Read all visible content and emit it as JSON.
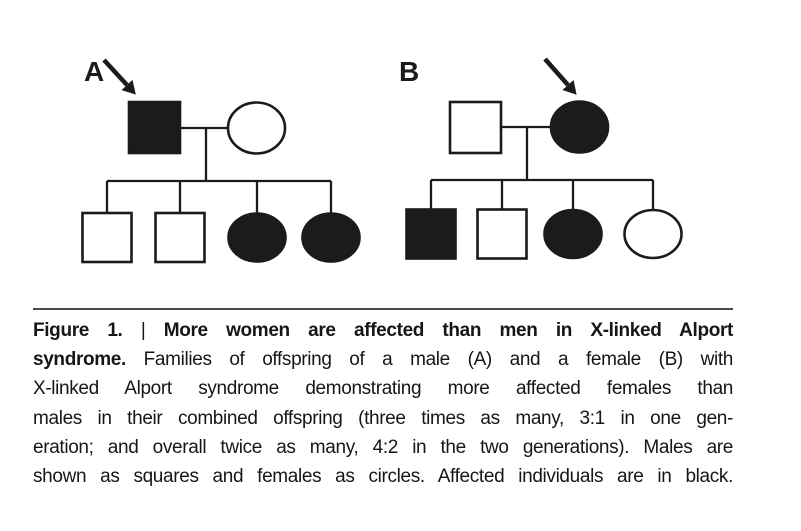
{
  "figure": {
    "panels": [
      {
        "id": "A",
        "label": "A",
        "proband": "father",
        "father": {
          "sex": "male",
          "affected": true,
          "proband": true
        },
        "mother": {
          "sex": "female",
          "affected": false,
          "proband": false
        },
        "children": [
          {
            "sex": "male",
            "affected": false
          },
          {
            "sex": "male",
            "affected": false
          },
          {
            "sex": "female",
            "affected": true
          },
          {
            "sex": "female",
            "affected": true
          }
        ]
      },
      {
        "id": "B",
        "label": "B",
        "proband": "mother",
        "father": {
          "sex": "male",
          "affected": false,
          "proband": false
        },
        "mother": {
          "sex": "female",
          "affected": true,
          "proband": true
        },
        "children": [
          {
            "sex": "male",
            "affected": true
          },
          {
            "sex": "male",
            "affected": false
          },
          {
            "sex": "female",
            "affected": true
          },
          {
            "sex": "female",
            "affected": false
          }
        ]
      }
    ]
  },
  "caption": {
    "lines": [
      {
        "segments": [
          {
            "text": "Figure 1.",
            "bold": true
          },
          {
            "text": " | ",
            "bold": false
          },
          {
            "text": "More women are affected than men in X-linked Alport",
            "bold": true
          }
        ]
      },
      {
        "segments": [
          {
            "text": "syndrome.",
            "bold": true
          },
          {
            "text": " Families of offspring of a male (A) and a female (B) with",
            "bold": false
          }
        ]
      },
      {
        "segments": [
          {
            "text": "X-linked Alport syndrome demonstrating more affected females than",
            "bold": false
          }
        ]
      },
      {
        "segments": [
          {
            "text": "males in their combined offspring (three times as many, 3:1 in one gen-",
            "bold": false
          }
        ]
      },
      {
        "segments": [
          {
            "text": "eration; and overall twice as many, 4:2 in the two generations). Males are",
            "bold": false
          }
        ]
      },
      {
        "segments": [
          {
            "text": "shown as squares and females as circles. Affected individuals are in black.",
            "bold": false
          }
        ]
      }
    ],
    "full_text": "Figure 1. | More women are affected than men in X-linked Alport syndrome. Families of offspring of a male (A) and a female (B) with X-linked Alport syndrome demonstrating more affected females than males in their combined offspring (three times as many, 3:1 in one generation; and overall twice as many, 4:2 in the two generations). Males are shown as squares and females as circles. Affected individuals are in black."
  },
  "colors": {
    "ink": "#1b1b1b",
    "rule": "#4a4a4a",
    "text": "#161616",
    "background": "#ffffff"
  }
}
